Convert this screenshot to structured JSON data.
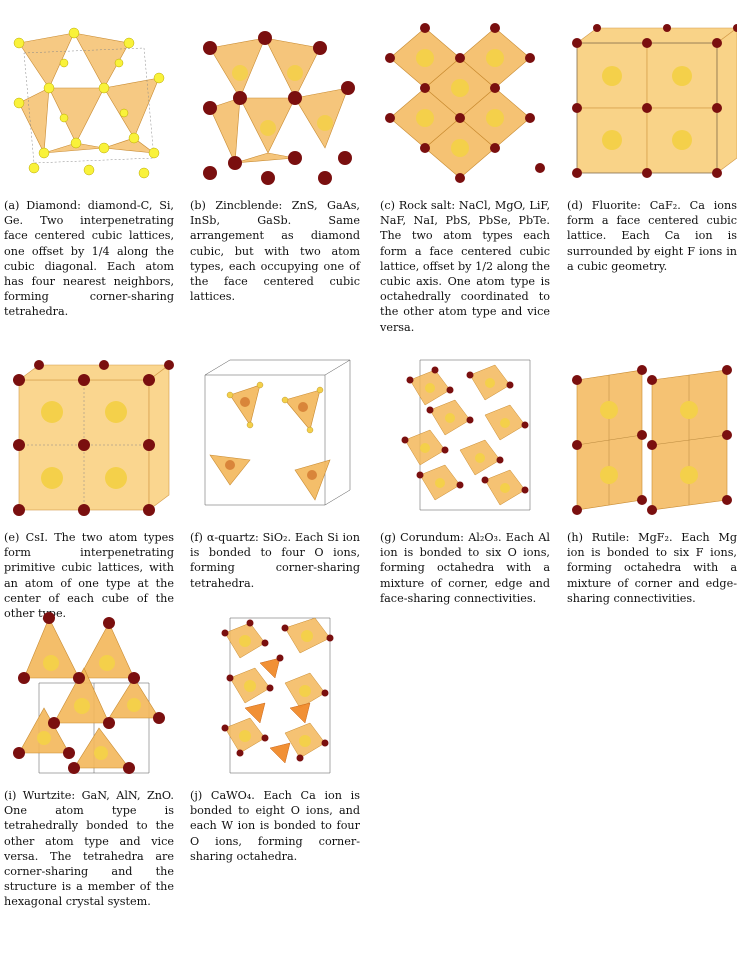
{
  "figures": [
    {
      "label": "(a)",
      "text": "Diamond: diamond-C, Si, Ge. Two interpenetrating face centered cubic lattices, one offset by 1/4 along the cubic diagonal. Each atom has four nearest neighbors, forming corner-sharing tetrahedra.",
      "icon": "diamond-structure",
      "poly_color": "#f3b75a",
      "atom_a": "#f9f23a",
      "atom_b": "#f9f23a"
    },
    {
      "label": "(b)",
      "text": "Zincblende: ZnS, GaAs, InSb, GaSb. Same arrangement as diamond cubic, but with two atom types, each occupying one of the face centered cubic lattices.",
      "icon": "zincblende-structure",
      "poly_color": "#f3b75a",
      "atom_a": "#7a0f0f",
      "atom_b": "#f4d04a"
    },
    {
      "label": "(c)",
      "text": "Rock salt: NaCl, MgO, LiF, NaF, NaI, PbS, PbSe, PbTe. The two atom types each form a face centered cubic lattice, offset by 1/2 along the cubic axis. One atom type is octahedrally coordinated to the other atom type and vice versa.",
      "icon": "rock-salt-structure",
      "poly_color": "#f3b75a",
      "atom_a": "#7a0f0f",
      "atom_b": "#f4d04a"
    },
    {
      "label": "(d)",
      "text": "Fluorite: CaF₂. Ca ions form a face centered cubic lattice. Each Ca ion is surrounded by eight F ions in a cubic geometry.",
      "icon": "fluorite-structure",
      "poly_color": "#f8c86a",
      "atom_a": "#7a0f0f",
      "atom_b": "#f4d04a"
    },
    {
      "label": "(e)",
      "text": "CsI. The two atom types form interpenetrating primitive cubic lattices, with an atom of one type at the center of each cube of the other type.",
      "icon": "csi-structure",
      "poly_color": "#f8c86a",
      "atom_a": "#7a0f0f",
      "atom_b": "#f4d04a"
    },
    {
      "label": "(f)",
      "text": "α-quartz: SiO₂. Each Si ion is bonded to four O ions, forming corner-sharing tetrahedra.",
      "icon": "quartz-structure",
      "poly_color": "#f3b75a",
      "atom_a": "#d9853a",
      "atom_b": "#f4d04a"
    },
    {
      "label": "(g)",
      "text": "Corundum: Al₂O₃. Each Al ion is bonded to six O ions, forming octahedra with a mixture of corner, edge and face-sharing connectivities.",
      "icon": "corundum-structure",
      "poly_color": "#f3b75a",
      "atom_a": "#7a0f0f",
      "atom_b": "#f4d04a"
    },
    {
      "label": "(h)",
      "text": "Rutile: MgF₂. Each Mg ion is bonded to six F ions, forming octahedra with a mixture of corner and edge-sharing connectivities.",
      "icon": "rutile-structure",
      "poly_color": "#f3b75a",
      "atom_a": "#7a0f0f",
      "atom_b": "#f4d04a"
    },
    {
      "label": "(i)",
      "text": "Wurtzite: GaN, AlN, ZnO. One atom type is tetrahedrally bonded to the other atom type and vice versa. The tetrahedra are corner-sharing and the structure is a member of the hexagonal crystal system.",
      "icon": "wurtzite-structure",
      "poly_color": "#f3b75a",
      "atom_a": "#7a0f0f",
      "atom_b": "#f4d04a"
    },
    {
      "label": "(j)",
      "text": "CaWO₄. Each Ca ion is bonded to eight O ions, and each W ion is bonded to four O ions, forming corner-sharing octahedra.",
      "icon": "cawo4-structure",
      "poly_color": "#f3b75a",
      "atom_a": "#7a0f0f",
      "atom_b": "#f08a2a"
    }
  ]
}
